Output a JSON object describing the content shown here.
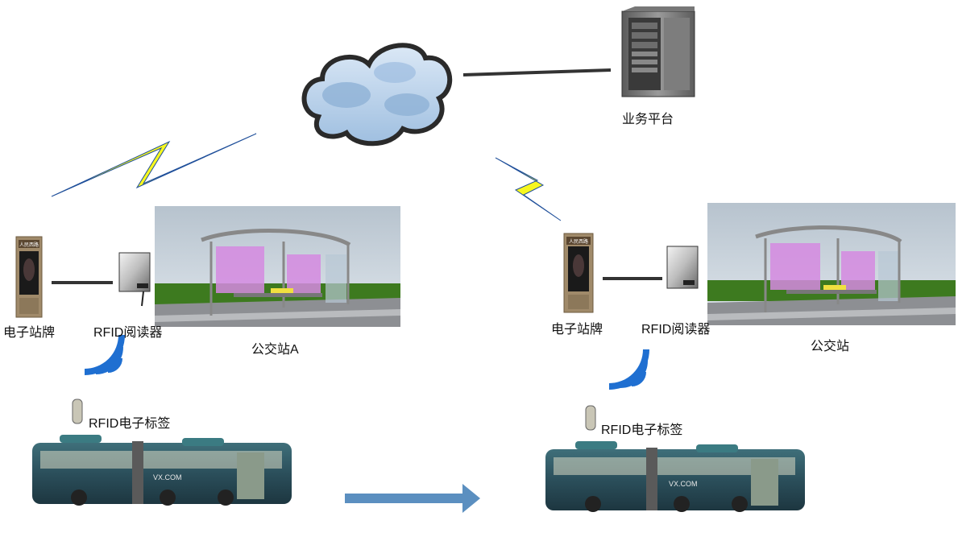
{
  "labels": {
    "platform": "业务平台",
    "sign_left": "电子站牌",
    "reader_left": "RFID阅读器",
    "stop_left": "公交站A",
    "tag_left": "RFID电子标签",
    "sign_right": "电子站牌",
    "reader_right": "RFID阅读器",
    "stop_right": "公交站",
    "tag_right": "RFID电子标签"
  },
  "bus": {
    "side_text": "VX.COM"
  },
  "sign": {
    "header_text": "人民西路"
  },
  "colors": {
    "link_line": "#333333",
    "lightning": "#f7f71e",
    "lightning_edge": "#1f4f9a",
    "wifi": "#1f6fd1",
    "arrow": "#5b8fc0",
    "cloud_fill": "#bcd3ea",
    "grass": "#3d7a1f",
    "sky": "#c8d3dd"
  },
  "flow": {
    "direction_arrow": "right"
  }
}
